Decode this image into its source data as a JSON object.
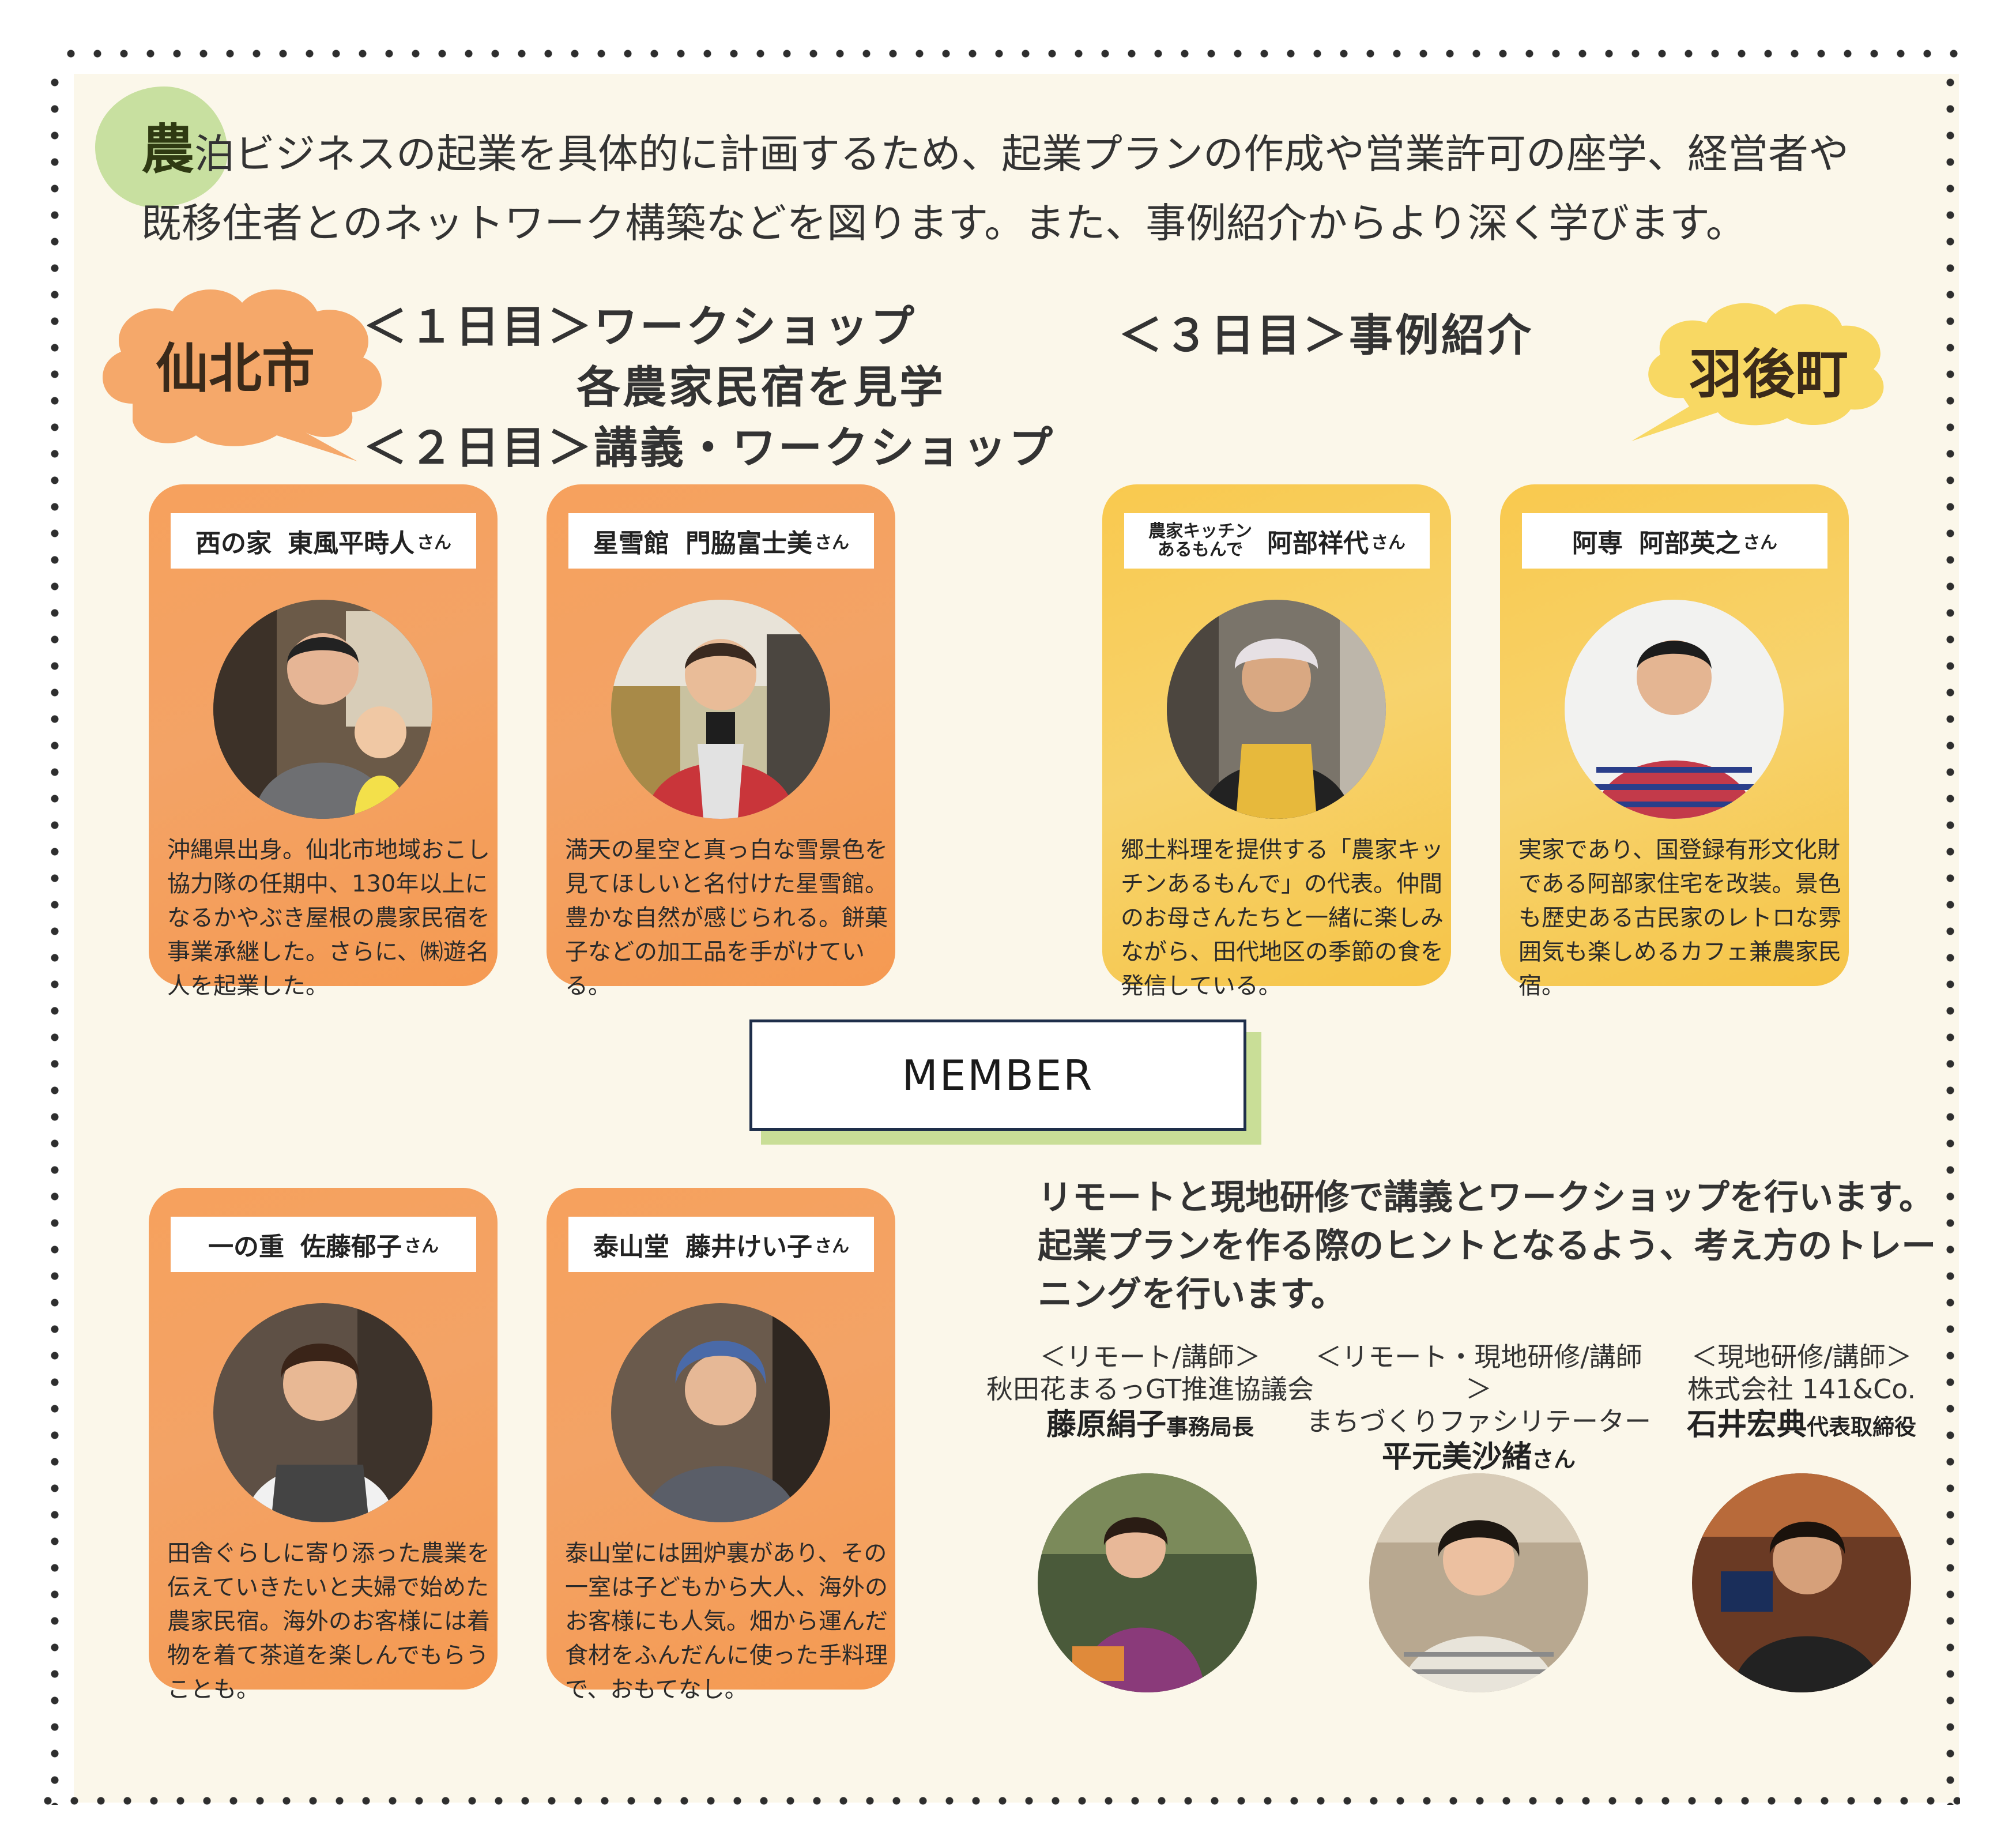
{
  "intro": {
    "first_char": "農",
    "line1_rest": "泊ビジネスの起業を具体的に計画するため、起業プランの作成や営業許可の座学、経営者や",
    "line2": "既移住者とのネットワーク構築などを図ります。また、事例紹介からより深く学びます。"
  },
  "regions": {
    "left": "仙北市",
    "right": "羽後町"
  },
  "schedule": {
    "day1": "＜１日目＞ワークショップ",
    "day1_sub": "各農家民宿を見学",
    "day2": "＜２日目＞講義・ワークショップ",
    "day3": "＜３日目＞事例紹介"
  },
  "hosts": [
    {
      "place": "西の家",
      "name": "東風平時人",
      "suffix": "さん",
      "desc": "沖縄県出身。仙北市地域おこし協力隊の任期中、130年以上になるかやぶき屋根の農家民宿を事業承継した。さらに、㈱遊名人を起業した。"
    },
    {
      "place": "星雪館",
      "name": "門脇富士美",
      "suffix": "さん",
      "desc": "満天の星空と真っ白な雪景色を見てほしいと名付けた星雪館。豊かな自然が感じられる。餅菓子などの加工品を手がけている。"
    },
    {
      "place_line1": "農家キッチン",
      "place_line2": "あるもんで",
      "name": "阿部祥代",
      "suffix": "さん",
      "desc": "郷土料理を提供する「農家キッチンあるもんで」の代表。仲間のお母さんたちと一緒に楽しみながら、田代地区の季節の食を発信している。"
    },
    {
      "place": "阿専",
      "name": "阿部英之",
      "suffix": "さん",
      "desc": "実家であり、国登録有形文化財である阿部家住宅を改装。景色も歴史ある古民家のレトロな雰囲気も楽しめるカフェ兼農家民宿。"
    },
    {
      "place": "一の重",
      "name": "佐藤郁子",
      "suffix": "さん",
      "desc": "田舎ぐらしに寄り添った農業を伝えていきたいと夫婦で始めた農家民宿。海外のお客様には着物を着て茶道を楽しんでもらうことも。"
    },
    {
      "place": "泰山堂",
      "name": "藤井けい子",
      "suffix": "さん",
      "desc": "泰山堂には囲炉裏があり、その一室は子どもから大人、海外のお客様にも人気。畑から運んだ食材をふんだんに使った手料理で、おもてなし。"
    }
  ],
  "member_label": "MEMBER",
  "remote": {
    "text": "リモートと現地研修で講義とワークショップを行います。起業プランを作る際のヒントとなるよう、考え方のトレーニングを行います。"
  },
  "lecturers": [
    {
      "role": "＜リモート/講師＞",
      "org": "秋田花まるっGT推進協議会",
      "name": "藤原絹子",
      "suffix": "事務局長"
    },
    {
      "role": "＜リモート・現地研修/講師＞",
      "org": "まちづくりファシリテーター",
      "name": "平元美沙緒",
      "suffix": "さん"
    },
    {
      "role": "＜現地研修/講師＞",
      "org": "株式会社 141&Co.",
      "name": "石井宏典",
      "suffix": "代表取締役"
    }
  ],
  "colors": {
    "orange_card": "#f4a15e",
    "yellow_card": "#f8cd5a",
    "green_accent": "#9fcd63",
    "background": "#fbf7ea",
    "member_border": "#1e2e4a"
  }
}
